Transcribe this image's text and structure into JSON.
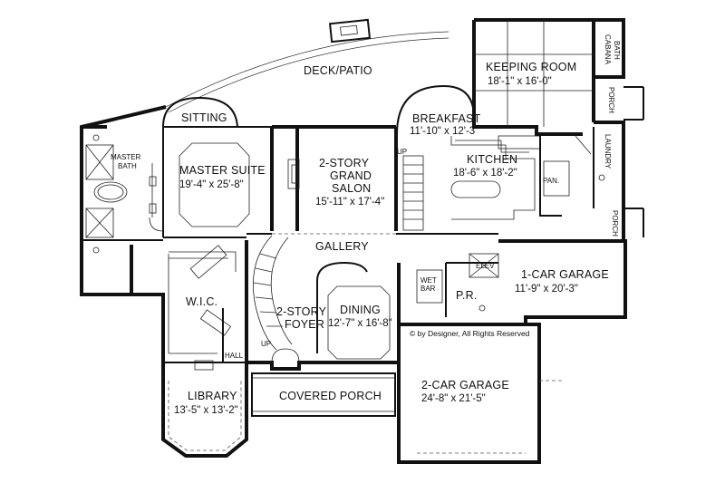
{
  "rooms": {
    "deck_patio": "DECK/PATIO",
    "keeping_room": {
      "name": "KEEPING ROOM",
      "size": "18'-1\" x 16'-0\""
    },
    "cabana_bath_1": "CABANA",
    "cabana_bath_2": "BATH",
    "porch_upper": "PORCH",
    "porch_right": "PORCH",
    "sitting": "SITTING",
    "breakfast": {
      "name": "BREAKFAST",
      "size": "11'-10\" x 12'-3\""
    },
    "master_bath_1": "MASTER",
    "master_bath_2": "BATH",
    "master_suite": {
      "name": "MASTER SUITE",
      "size": "19'-4\" x 25'-8\""
    },
    "grand_salon": {
      "line1": "2-STORY",
      "line2": "GRAND",
      "line3": "SALON",
      "size": "15'-11\" x 17'-4\""
    },
    "kitchen": {
      "name": "KITCHEN",
      "size": "18'-6\" x 18'-2\""
    },
    "pan": "PAN.",
    "laundry": "LAUNDRY",
    "gallery": "GALLERY",
    "elev": "ELEV",
    "garage_1car": {
      "name": "1-CAR GARAGE",
      "size": "11'-9\" x 20'-3\""
    },
    "wic": "W.I.C.",
    "wet_bar_1": "WET",
    "wet_bar_2": "BAR",
    "powder_room": "P.R.",
    "foyer": {
      "line1": "2-STORY",
      "line2": "FOYER"
    },
    "dining": {
      "name": "DINING",
      "size": "12'-7\" x 16'-8\""
    },
    "hall": "HALL",
    "library": {
      "name": "LIBRARY",
      "size": "13'-5\" x 13'-2\""
    },
    "covered_porch": "COVERED PORCH",
    "garage_2car": {
      "name": "2-CAR GARAGE",
      "size": "24'-8\" x 21'-5\""
    },
    "stair_up_1": "UP",
    "stair_up_2": "UP"
  },
  "copyright": "© by Designer, All Rights Reserved"
}
